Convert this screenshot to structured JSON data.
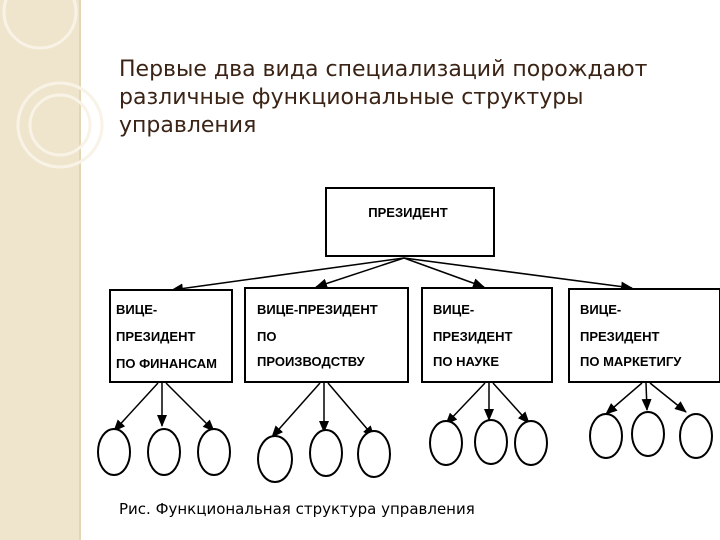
{
  "slide": {
    "title": "Первые два вида специализаций порождают различные функциональные структуры управления",
    "caption": "Рис. Функциональная структура управления"
  },
  "chart": {
    "top": "ПРЕЗИДЕНТ",
    "units": [
      {
        "lines": [
          "ВИЦЕ-",
          "ПРЕЗИДЕНТ",
          "ПО ФИНАНСАМ"
        ]
      },
      {
        "lines": [
          "ВИЦЕ-ПРЕЗИДЕНТ",
          "ПО",
          "ПРОИЗВОДСТВУ"
        ]
      },
      {
        "lines": [
          "ВИЦЕ-",
          "ПРЕЗИДЕНТ",
          "ПО НАУКЕ"
        ]
      },
      {
        "lines": [
          "ВИЦЕ-",
          "ПРЕЗИДЕНТ",
          "ПО МАРКЕТИГУ"
        ]
      }
    ]
  },
  "colors": {
    "band": "#efe5cd",
    "title": "#3b2416",
    "line": "#000000"
  }
}
